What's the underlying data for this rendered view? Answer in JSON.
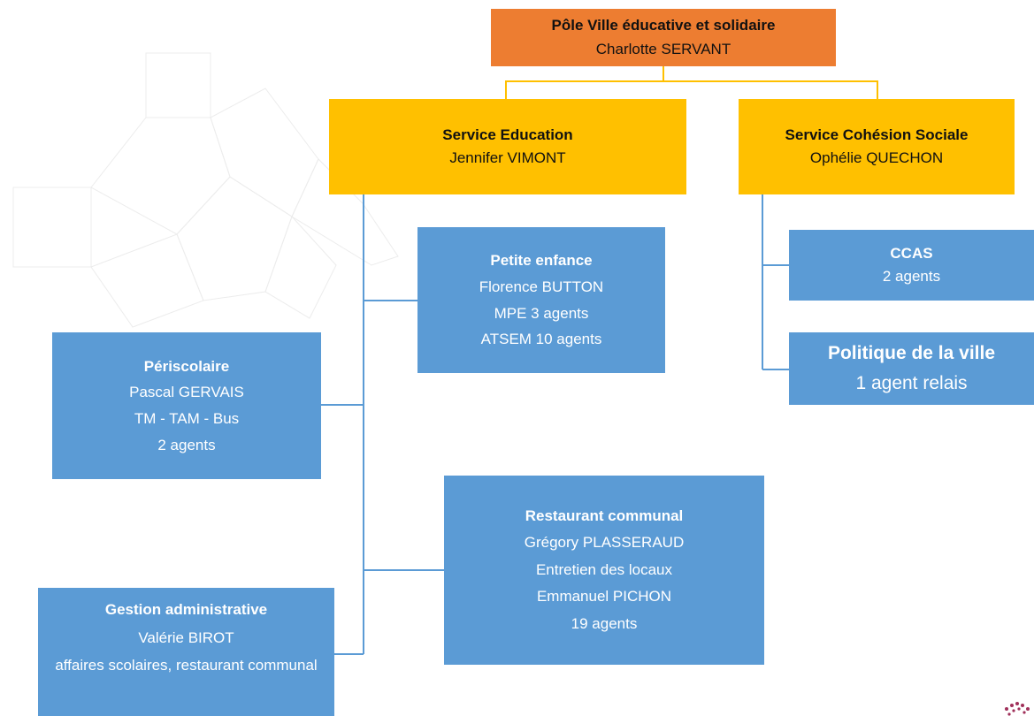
{
  "pole": {
    "title": "Pôle Ville éducative et solidaire",
    "head": "Charlotte SERVANT"
  },
  "education": {
    "title": "Service Education",
    "head": "Jennifer VIMONT"
  },
  "cohesion": {
    "title": "Service Cohésion Sociale",
    "head": "Ophélie QUECHON"
  },
  "petite_enfance": {
    "title": "Petite enfance",
    "head": "Florence BUTTON",
    "line1": "MPE 3 agents",
    "line2": "ATSEM 10 agents"
  },
  "periscolaire": {
    "title": "Périscolaire",
    "head": "Pascal GERVAIS",
    "line1": "TM - TAM - Bus",
    "line2": "2 agents"
  },
  "restaurant": {
    "title": "Restaurant communal",
    "head": "Grégory PLASSERAUD",
    "line1": "Entretien des locaux",
    "line2": "Emmanuel PICHON",
    "line3": "19 agents"
  },
  "gestion": {
    "title": "Gestion administrative",
    "head": "Valérie BIROT",
    "line1": "affaires scolaires, restaurant communal"
  },
  "ccas": {
    "title": "CCAS",
    "line1": "2 agents"
  },
  "politique": {
    "title": "Politique de la ville",
    "line1": "1 agent relais"
  },
  "colors": {
    "pole": "#ED7D31",
    "service": "#FFC000",
    "unit": "#5B9BD5",
    "connector_top": "#FFC000",
    "connector_units": "#5B9BD5"
  }
}
